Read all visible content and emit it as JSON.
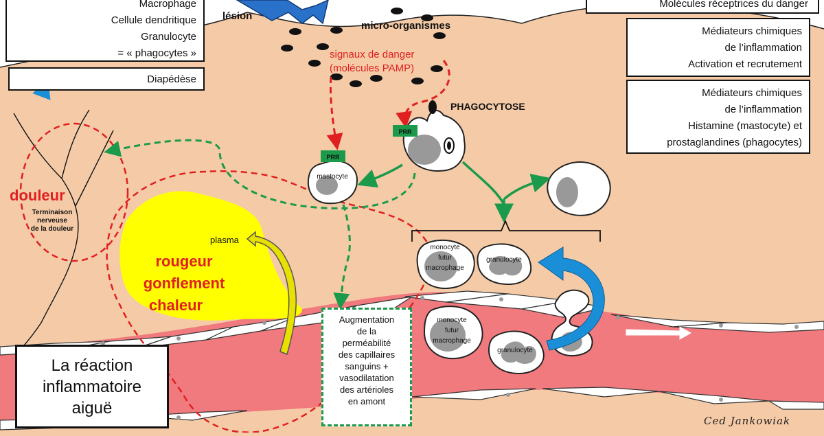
{
  "labels": {
    "lesion": "lésion",
    "micro_organismes": "micro-organismes",
    "signaux_danger_1": "signaux de danger",
    "signaux_danger_2": "(molécules PAMP)",
    "phagocytose": "PHAGOCYTOSE",
    "prr": "PRR",
    "mastocyte": "mastocyte",
    "douleur": "douleur",
    "terminaison_1": "Terminaison",
    "terminaison_2": "nerveuse",
    "terminaison_3": "de la douleur",
    "plasma": "plasma",
    "rougeur": "rougeur",
    "gonflement": "gonflement",
    "chaleur": "chaleur",
    "monocyte_1": "monocyte",
    "monocyte_2": "futur",
    "monocyte_3": "macrophage",
    "granulocyte": "granulocyte"
  },
  "legend": {
    "phagocytes_1": "Macrophage",
    "phagocytes_2": "Cellule dendritique",
    "phagocytes_3": "Granulocyte",
    "phagocytes_4": "= « phagocytes »",
    "diapedese": "Diapédèse",
    "prr_top": "Molécules réceptrices du danger",
    "mediateurs_1": "Médiateurs chimiques",
    "mediateurs_2": "de l’inflammation",
    "mediateurs_3": "Activation et recrutement",
    "mediateurs_dash_1": "Médiateurs chimiques",
    "mediateurs_dash_2": "de l’inflammation",
    "mediateurs_dash_3": "Histamine (mastocyte) et",
    "mediateurs_dash_4": "prostaglandines (phagocytes)"
  },
  "perm_box": {
    "l1": "Augmentation",
    "l2": "de la",
    "l3": "perméabilité",
    "l4": "des capillaires",
    "l5": "sanguins +",
    "l6": "vasodilatation",
    "l7": "des artérioles",
    "l8": "en amont"
  },
  "title": {
    "l1": "La réaction",
    "l2": "inflammatoire",
    "l3": "aiguë"
  },
  "signature": "Ced Jankowiak",
  "colors": {
    "tissue": "#f5cba7",
    "vessel": "#f07a7e",
    "green": "#1a9a4a",
    "red_dash": "#e02020",
    "yellow": "#ffff00",
    "blue": "#1a8fd8"
  }
}
